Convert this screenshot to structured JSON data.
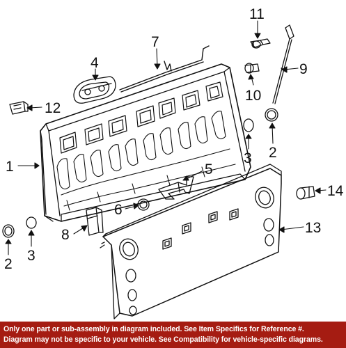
{
  "diagram": {
    "callouts": {
      "tailgate": "1",
      "plug_lower_left": "2",
      "plug_right": "2",
      "bumper_lower_left": "3",
      "bumper_right": "3",
      "handle_bezel": "4",
      "bracket": "5",
      "plug_center": "6",
      "rod": "7",
      "striker_bracket": "8",
      "cable": "9",
      "bolt": "10",
      "stud": "11",
      "clip": "12",
      "inner_panel": "13",
      "pivot_bolt": "14"
    }
  },
  "disclaimer": {
    "line1": "Only one part or sub-assembly in diagram included. See Item Specifics for Reference #.",
    "line2": "Diagram may not be specific to your vehicle. See Compatibility for vehicle-specific diagrams."
  },
  "colors": {
    "banner_background": "#a51c12",
    "banner_text": "#ffffff",
    "line_art": "#111111"
  }
}
